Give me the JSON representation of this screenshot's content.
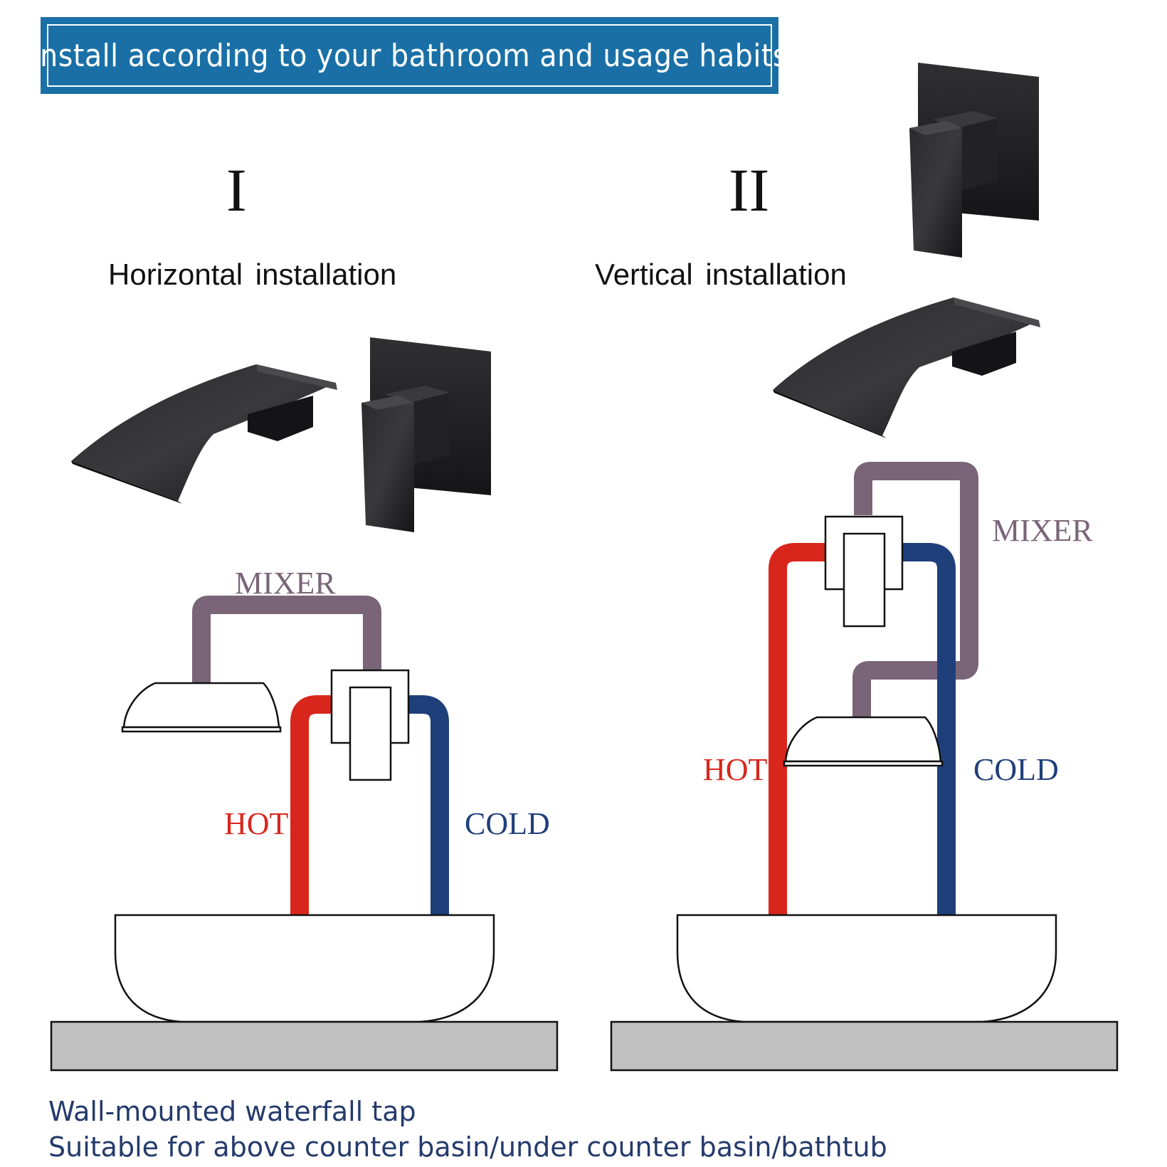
{
  "banner": {
    "title": "Install according to your bathroom and usage habits"
  },
  "panel_left": {
    "numeral": "I",
    "heading": "Horizontal installation",
    "labels": {
      "mixer": "MIXER",
      "hot": "HOT",
      "cold": "COLD"
    }
  },
  "panel_right": {
    "numeral": "II",
    "heading": "Vertical installation",
    "labels": {
      "mixer": "MIXER",
      "hot": "HOT",
      "cold": "COLD"
    }
  },
  "footer": {
    "line1": "Wall-mounted waterfall tap",
    "line2": "Suitable for above counter basin/under counter basin/bathtub"
  },
  "colors": {
    "banner": "#1a70a6",
    "hot": "#d9261c",
    "cold": "#1f3f7a",
    "mixer": "#7a6478",
    "counter": "#c0c0c0",
    "fixture": "#1c1c1e",
    "footer_text": "#243a6b"
  }
}
